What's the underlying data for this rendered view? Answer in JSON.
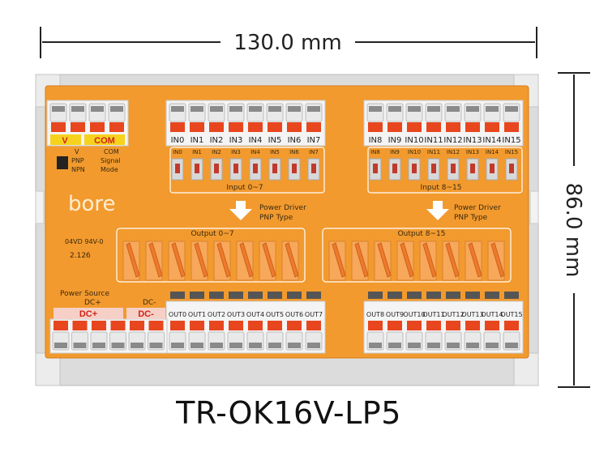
{
  "dimensions": {
    "width": "130.0 mm",
    "height": "86.0 mm"
  },
  "model": "TR-OK16V-LP5",
  "brand": "bore",
  "mode": {
    "v": "V",
    "com": "COM",
    "pnp": "PNP",
    "npn": "NPN",
    "signal": "Signal",
    "mode": "Mode"
  },
  "inputs_a": [
    "IN0",
    "IN1",
    "IN2",
    "IN3",
    "IN4",
    "IN5",
    "IN6",
    "IN7"
  ],
  "inputs_b": [
    "IN8",
    "IN9",
    "IN10",
    "IN11",
    "IN12",
    "IN13",
    "IN14",
    "IN15"
  ],
  "input_group_a": "Input 0~7",
  "input_group_b": "Input 8~15",
  "power_driver": "Power Driver",
  "pnp_type": "PNP Type",
  "output_group_a": "Output 0~7",
  "output_group_b": "Output 8~15",
  "outputs_a": [
    "OUT0",
    "OUT1",
    "OUT2",
    "OUT3",
    "OUT4",
    "OUT5",
    "OUT6",
    "OUT7"
  ],
  "outputs_b": [
    "OUT8",
    "OUT9",
    "OUT10",
    "OUT11",
    "OUT12",
    "OUT13",
    "OUT14",
    "OUT15"
  ],
  "power_source": "Power Source",
  "dc_plus": "DC+",
  "dc_minus": "DC-",
  "board_mark": "04VD 94V-0",
  "board_code": "2.126",
  "colors": {
    "board": "#f29a2e",
    "rail": "#e8e8e8",
    "orange_lever": "#f07a2a",
    "red_tab": "#e8461f",
    "yellow_tab": "#f7d21d"
  }
}
